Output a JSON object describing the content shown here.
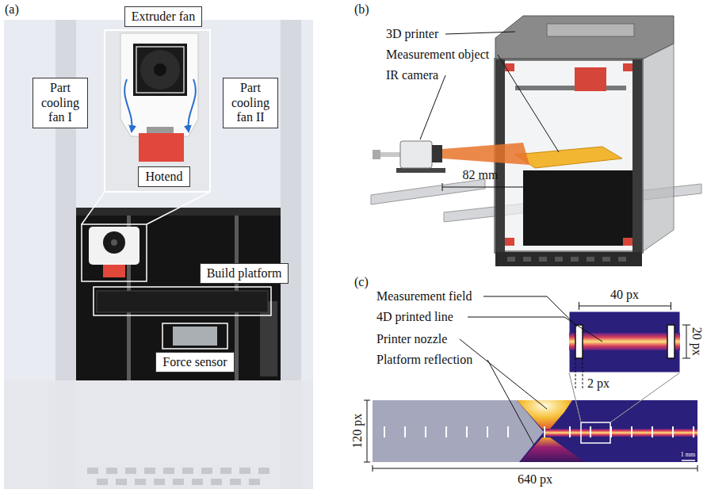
{
  "diagram": {
    "nodes": [
      {
        "text": [
          "Extruder fan"
        ]
      },
      {
        "text": [
          "Part cooling fan I"
        ]
      },
      {
        "text": [
          "Part cooling fan II"
        ]
      },
      {
        "text": [
          "Hotend"
        ]
      },
      {
        "text": [
          "Build platform"
        ]
      },
      {
        "text": [
          "Force sensor"
        ]
      }
    ],
    "labels": [
      "(a)",
      "(b)",
      "3D printer",
      "Measurement object",
      "IR camera",
      "82 mm",
      "(c)",
      "Measurement field",
      "4D printed line",
      "Printer nozzle",
      "Platform reflection",
      "40 px",
      "20 px",
      "2 px",
      "120 px",
      "640 px",
      "1 mm"
    ]
  }
}
